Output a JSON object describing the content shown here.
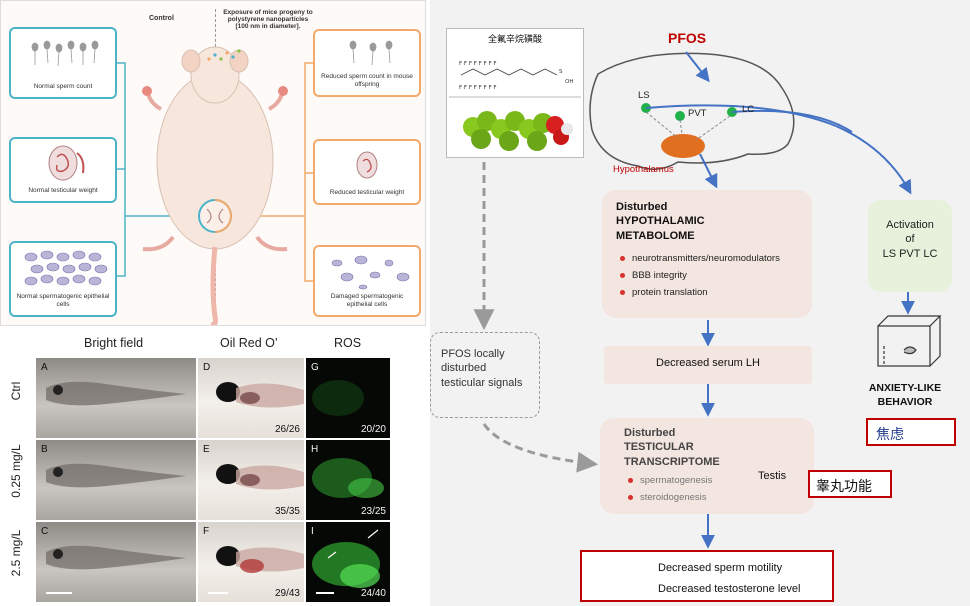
{
  "mouse_panel": {
    "control_label": "Control",
    "exposure_label": "Exposure of mice progeny to polystyrene nanoparticles [100 nm in diameter].",
    "left_boxes": [
      "Normal sperm count",
      "Normal testicular weight",
      "Normal spermatogenic epithelial cells"
    ],
    "right_boxes": [
      "Reduced sperm count in mouse offspring",
      "Reduced testicular weight",
      "Damaged spermatogenic epithelial cells"
    ],
    "colors": {
      "left_accent": "#4db4c8",
      "right_accent": "#f2a96a",
      "mouse_body": "#f7e6dc"
    }
  },
  "fish_panel": {
    "columns": [
      "Bright field",
      "Oil Red O’",
      "ROS"
    ],
    "rows": [
      "Ctrl",
      "0.25 mg/L",
      "2.5 mg/L"
    ],
    "cells": {
      "bright_field": [
        "A",
        "B",
        "C"
      ],
      "oil_red": [
        {
          "letter": "D",
          "count": "26/26"
        },
        {
          "letter": "E",
          "count": "35/35"
        },
        {
          "letter": "F",
          "count": "29/43"
        }
      ],
      "ros": [
        {
          "letter": "G",
          "count": "20/20"
        },
        {
          "letter": "H",
          "count": "23/25"
        },
        {
          "letter": "I",
          "count": "24/40"
        }
      ]
    }
  },
  "flow_panel": {
    "molecule_title": "全氟辛烷磺酸",
    "pfos_label": "PFOS",
    "nuclei": [
      "LS",
      "PVT",
      "LC"
    ],
    "hypothalamus_label": "Hypothalamus",
    "hypothalamic_box": {
      "title_line1": "Disturbed",
      "title_line2": "HYPOTHALAMIC",
      "title_line3": "METABOLOME",
      "bullets": [
        "neurotransmitters/neuromodulators",
        "BBB integrity",
        "protein translation"
      ]
    },
    "activation_box": {
      "line1": "Activation",
      "line2": "of",
      "line3": "LS PVT LC"
    },
    "anxiety_label": "ANXIETY-LIKE BEHAVIOR",
    "anxiety_cn": "焦虑",
    "serum_box": "Decreased serum LH",
    "local_box": "PFOS locally disturbed testicular signals",
    "testicular_box": {
      "title_line1": "Disturbed",
      "title_line2": "TESTICULAR",
      "title_line3": "TRANSCRIPTOME",
      "bullets": [
        "spermatogenesis",
        "steroidogenesis"
      ],
      "testis_label": "Testis"
    },
    "testis_cn": "睾丸功能",
    "outcome_box": {
      "line1": "Decreased sperm motility",
      "line2": "Decreased testosterone level"
    },
    "colors": {
      "accent_red": "#c00000",
      "arrow_blue": "#4472c4",
      "node_green": "#22b04a",
      "hypothalamus": "#e07020"
    }
  }
}
